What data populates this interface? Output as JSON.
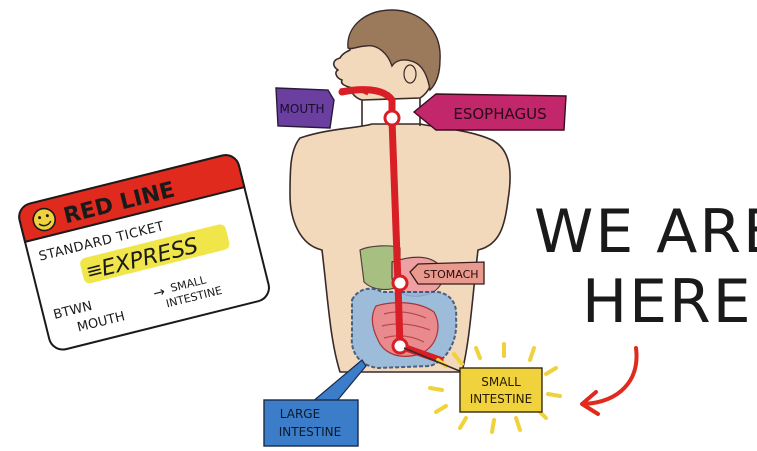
{
  "labels": {
    "mouth": "MOUTH",
    "esophagus": "ESOPHAGUS",
    "stomach": "STOMACH",
    "small_intestine": [
      "SMALL",
      "INTESTINE"
    ],
    "large_intestine": [
      "LARGE",
      "INTESTINE"
    ]
  },
  "callout": {
    "line1": "WE ARE",
    "line2": "HERE!"
  },
  "ticket": {
    "line_name": "RED LINE",
    "ticket_type": "STANDARD TICKET",
    "service": "EXPRESS",
    "route_from": [
      "BTWN",
      "MOUTH"
    ],
    "route_arrow": "→",
    "route_to": [
      "SMALL",
      "INTESTINE"
    ]
  },
  "colors": {
    "red_line": "#d81f26",
    "mouth_box": "#6a3fa0",
    "esophagus_box": "#c2276b",
    "stomach_box": "#e89a8f",
    "small_intestine_box": "#f0d23c",
    "large_intestine_box": "#3b7dc9",
    "skin": "#f2d9bb",
    "hair": "#9a7a5a"
  }
}
